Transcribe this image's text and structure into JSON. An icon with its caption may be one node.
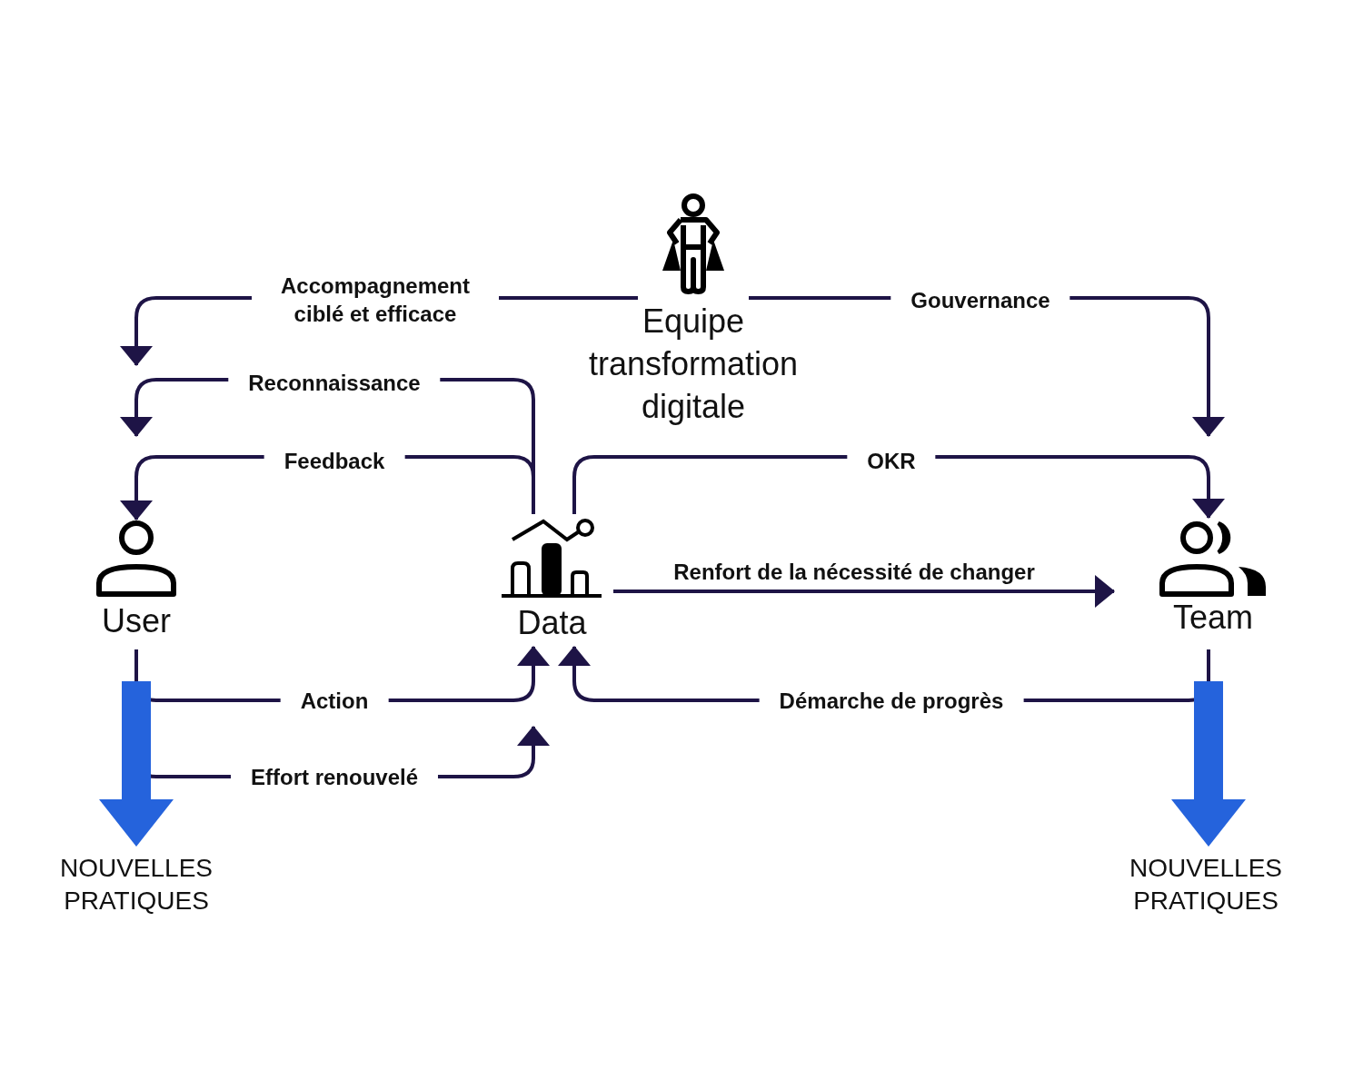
{
  "diagram": {
    "nodes": [
      {
        "text": [
          "Equipe transformation digitale"
        ]
      },
      {
        "text": [
          "User"
        ]
      },
      {
        "text": [
          "Data"
        ]
      },
      {
        "text": [
          "Team"
        ]
      },
      {
        "text": [
          "NOUVELLES PRATIQUES"
        ]
      },
      {
        "text": [
          "NOUVELLES PRATIQUES"
        ]
      }
    ],
    "edges": [
      {
        "from": 0,
        "to": null,
        "arrow": "to",
        "label": "Accompagnement ciblé et efficace"
      },
      {
        "from": 2,
        "to": null,
        "arrow": "to",
        "label": "Reconnaissance"
      },
      {
        "from": 2,
        "to": 1,
        "arrow": "to",
        "label": "Feedback"
      },
      {
        "from": 0,
        "to": 3,
        "arrow": "to",
        "label": "Gouvernance"
      },
      {
        "from": 2,
        "to": 3,
        "arrow": "to",
        "label": "OKR"
      },
      {
        "from": 2,
        "to": 3,
        "arrow": "to",
        "label": "Renfort de la nécessité de changer"
      },
      {
        "from": 1,
        "to": 2,
        "arrow": "to",
        "label": "Action"
      },
      {
        "from": 1,
        "to": 2,
        "arrow": "to",
        "label": "Effort renouvelé"
      },
      {
        "from": 3,
        "to": 2,
        "arrow": "to",
        "label": "Démarche de progrès"
      },
      {
        "from": 1,
        "to": 4,
        "arrow": "to",
        "style": "thick",
        "color": "#2563dc"
      },
      {
        "from": 3,
        "to": 5,
        "arrow": "to",
        "style": "thick",
        "color": "#2563dc"
      }
    ]
  }
}
